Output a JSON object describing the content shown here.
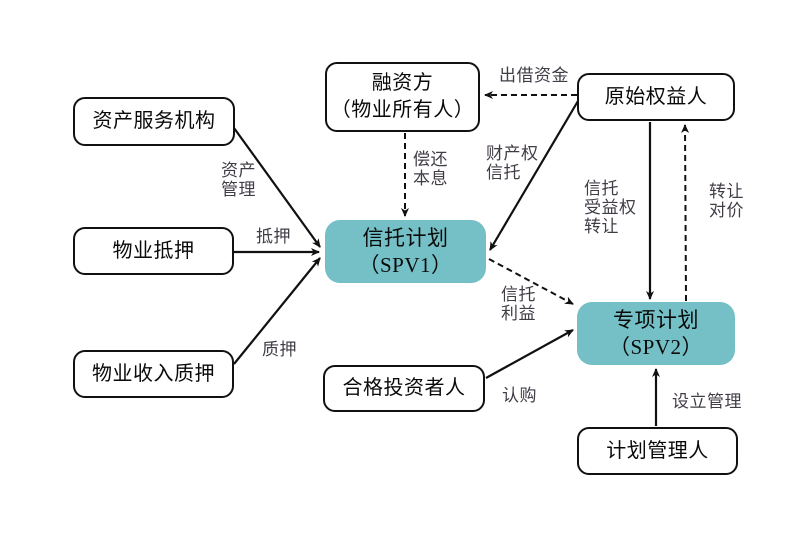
{
  "diagram": {
    "title": "CMBS trust structure diagram",
    "colors": {
      "spv_fill": "#74c0c6",
      "node_border": "#111111",
      "edge_label_text": "#413c46",
      "background": "#ffffff"
    },
    "nodes": {
      "asset_servicer": {
        "label": "资产服务机构"
      },
      "property_mortgage": {
        "label": "物业抵押"
      },
      "property_income_pledge": {
        "label": "物业收入质押"
      },
      "financier": {
        "label": "融资方\n（物业所有人）"
      },
      "originator": {
        "label": "原始权益人"
      },
      "trust_plan": {
        "label": "信托计划\n（SPV1）"
      },
      "special_plan": {
        "label": "专项计划\n（SPV2）"
      },
      "qualified_investors": {
        "label": "合格投资者人"
      },
      "plan_manager": {
        "label": "计划管理人"
      }
    },
    "edge_labels": {
      "asset_management": "资产\n管理",
      "mortgage": "抵押",
      "pledge": "质押",
      "repay_principal_interest": "偿还\n本息",
      "lend_funds": "出借资金",
      "property_right_trust": "财产权\n信托",
      "trust_beneficiary_transfer": "信托\n受益权\n转让",
      "transfer_consideration": "转让\n对价",
      "trust_benefit": "信托\n利益",
      "subscription": "认购",
      "setup_management": "设立管理"
    }
  }
}
